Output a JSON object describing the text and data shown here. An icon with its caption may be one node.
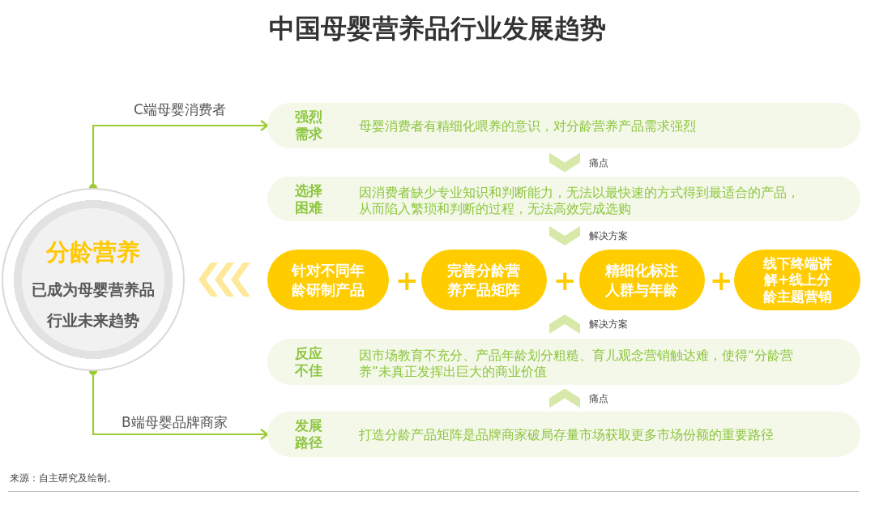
{
  "diagram": {
    "title": "中国母婴营养品行业发展趋势",
    "nodes": [
      {
        "text": [
          "分龄营养",
          "已成为母婴营养品行业未来趋势"
        ]
      },
      {
        "text": [
          "强烈需求",
          "母婴消费者有精细化喂养的意识，对分龄营养产品需求强烈"
        ]
      },
      {
        "text": [
          "选择困难",
          "因消费者缺少专业知识和判断能力，无法以最快速的方式得到最适合的产品，从而陷入繁琐和判断的过程，无法高效完成选购"
        ]
      },
      {
        "text": [
          "针对不同年龄研制产品"
        ]
      },
      {
        "text": [
          "完善分龄营养产品矩阵"
        ]
      },
      {
        "text": [
          "精细化标注人群与年龄"
        ]
      },
      {
        "text": [
          "线下终端讲解+线上分龄主题营销"
        ]
      },
      {
        "text": [
          "反应不佳",
          "因市场教育不充分、产品年龄划分粗糙、育儿观念营销触达难，使得“分龄营养”未真正发挥出巨大的商业价值"
        ]
      },
      {
        "text": [
          "发展路径",
          "打造分龄产品矩阵是品牌商家破局存量市场获取更多市场份额的重要路径"
        ]
      }
    ],
    "edges": [
      {
        "from": 0,
        "to": 1,
        "arrow": "to",
        "label": "C端母婴消费者"
      },
      {
        "from": 0,
        "to": 8,
        "arrow": "to",
        "label": "B端母婴品牌商家"
      },
      {
        "from": 1,
        "to": 2,
        "arrow": "to",
        "label": "痛点"
      },
      {
        "from": 2,
        "to": null,
        "arrow": "to",
        "label": "解决方案"
      },
      {
        "from": 7,
        "to": null,
        "arrow": "to",
        "label": "解决方案"
      },
      {
        "from": 8,
        "to": 7,
        "arrow": "to",
        "label": "痛点"
      },
      {
        "from": 3,
        "to": 0,
        "arrow": "to"
      }
    ],
    "labels": [
      "+",
      "+",
      "+",
      "来源：自主研究及绘制。"
    ]
  }
}
